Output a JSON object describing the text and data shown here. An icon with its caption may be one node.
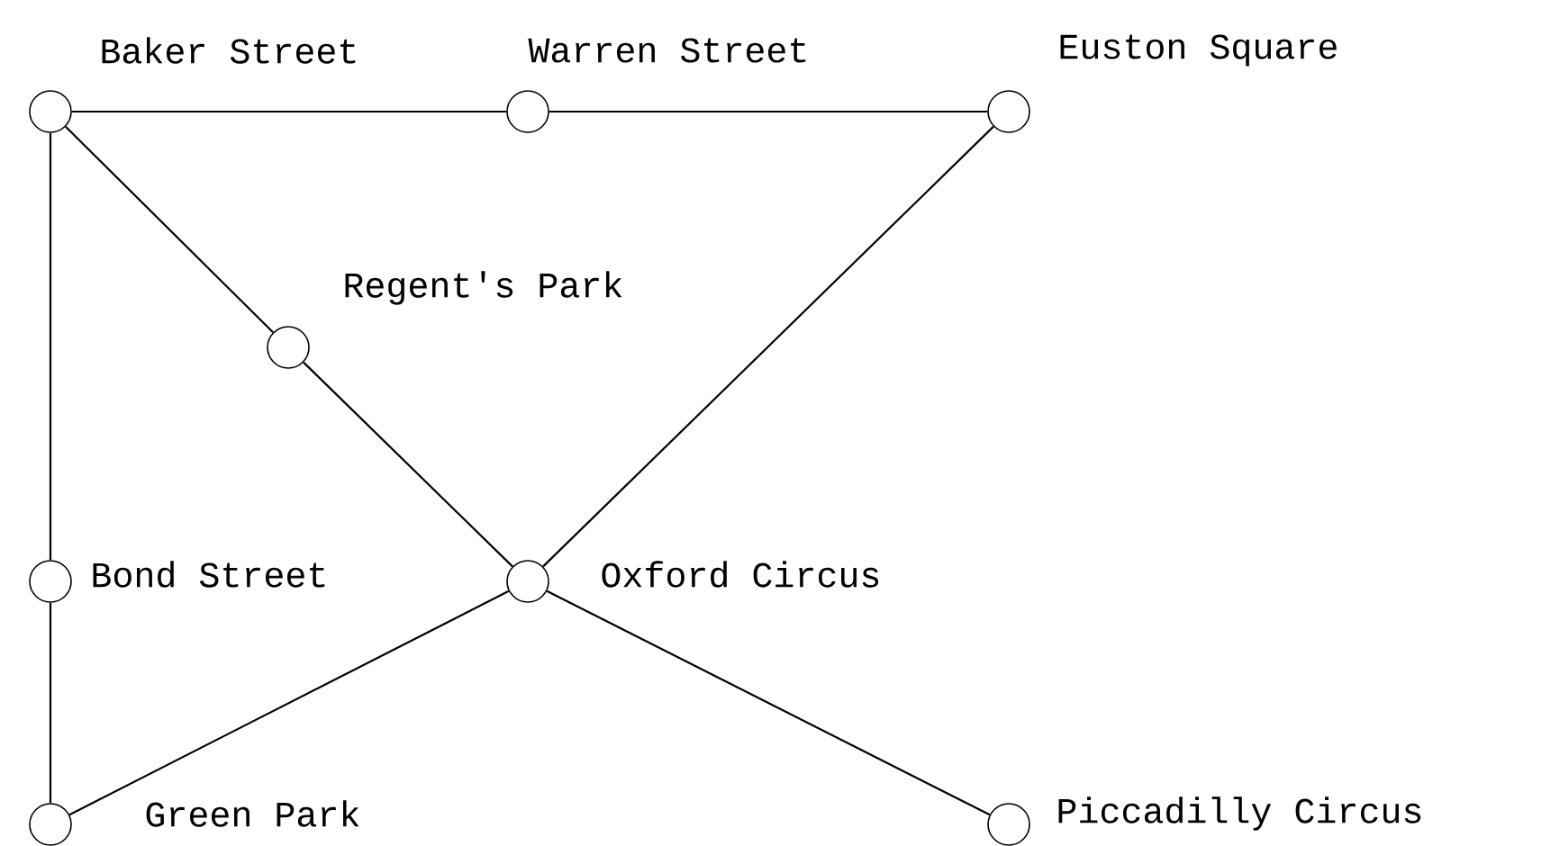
{
  "diagram": {
    "nodes": [
      {
        "text": [],
        "shape": "circle",
        "beside": [
          "Baker Street"
        ]
      },
      {
        "text": [],
        "shape": "circle",
        "beside": [
          "Warren Street"
        ]
      },
      {
        "text": [],
        "shape": "circle",
        "beside": [
          "Euston Square"
        ]
      },
      {
        "text": [],
        "shape": "circle",
        "beside": [
          "Regent's Park"
        ]
      },
      {
        "text": [],
        "shape": "circle",
        "beside": [
          "Bond Street"
        ]
      },
      {
        "text": [],
        "shape": "circle",
        "beside": [
          "Oxford Circus"
        ]
      },
      {
        "text": [],
        "shape": "circle",
        "beside": [
          "Green Park"
        ]
      },
      {
        "text": [],
        "shape": "circle",
        "beside": [
          "Piccadilly Circus"
        ]
      }
    ],
    "edges": [
      {
        "from": 0,
        "to": 1,
        "arrow": "none"
      },
      {
        "from": 1,
        "to": 2,
        "arrow": "none"
      },
      {
        "from": 0,
        "to": 4,
        "arrow": "none"
      },
      {
        "from": 4,
        "to": 6,
        "arrow": "none"
      },
      {
        "from": 0,
        "to": 3,
        "arrow": "none"
      },
      {
        "from": 3,
        "to": 5,
        "arrow": "none"
      },
      {
        "from": 2,
        "to": 5,
        "arrow": "none"
      },
      {
        "from": 5,
        "to": 6,
        "arrow": "none"
      },
      {
        "from": 5,
        "to": 7,
        "arrow": "none"
      }
    ]
  }
}
